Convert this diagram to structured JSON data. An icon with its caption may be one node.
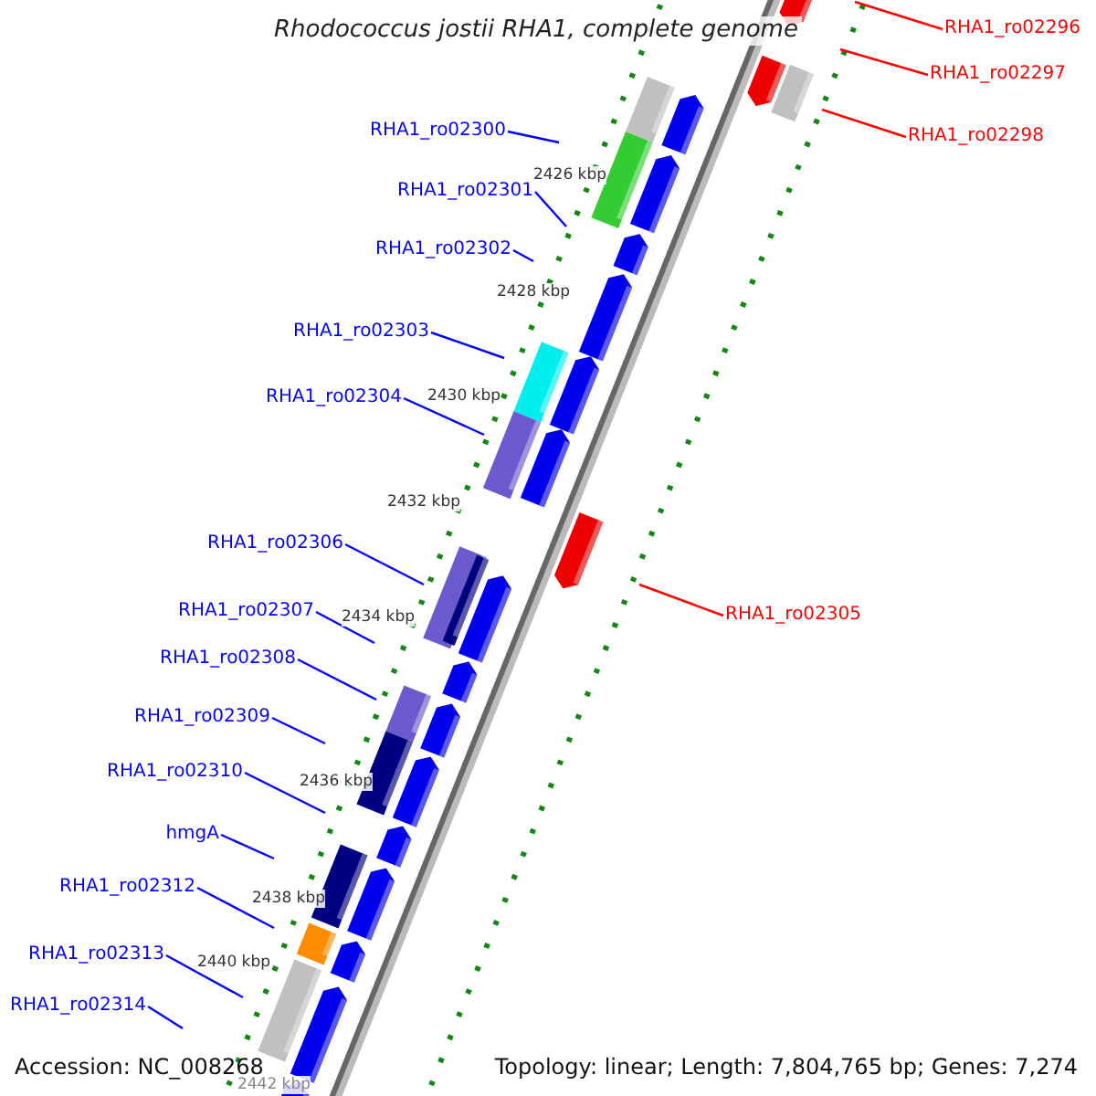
{
  "diagram": {
    "title": "Rhodococcus jostii RHA1, complete genome",
    "nodes": [
      {
        "text": [
          "RHA1_ro02296"
        ]
      },
      {
        "text": [
          "RHA1_ro02297"
        ]
      },
      {
        "text": [
          "RHA1_ro02298"
        ]
      },
      {
        "text": [
          "RHA1_ro02300"
        ]
      },
      {
        "text": [
          "RHA1_ro02301"
        ]
      },
      {
        "text": [
          "RHA1_ro02302"
        ]
      },
      {
        "text": [
          "RHA1_ro02303"
        ]
      },
      {
        "text": [
          "RHA1_ro02304"
        ]
      },
      {
        "text": [
          "RHA1_ro02306"
        ]
      },
      {
        "text": [
          "RHA1_ro02305"
        ]
      },
      {
        "text": [
          "RHA1_ro02307"
        ]
      },
      {
        "text": [
          "RHA1_ro02308"
        ]
      },
      {
        "text": [
          "RHA1_ro02309"
        ]
      },
      {
        "text": [
          "RHA1_ro02310"
        ]
      },
      {
        "text": [
          "hmgA"
        ]
      },
      {
        "text": [
          "RHA1_ro02312"
        ]
      },
      {
        "text": [
          "RHA1_ro02313"
        ]
      },
      {
        "text": [
          "RHA1_ro02314"
        ]
      }
    ],
    "edges": [
      {
        "from": 0,
        "to": null,
        "arrow": "none",
        "color": "#ff0000"
      },
      {
        "from": 1,
        "to": null,
        "arrow": "none",
        "color": "#ff0000"
      },
      {
        "from": 2,
        "to": null,
        "arrow": "none",
        "color": "#ff0000"
      },
      {
        "from": 3,
        "to": null,
        "arrow": "none"
      },
      {
        "from": 4,
        "to": null,
        "arrow": "none"
      },
      {
        "from": 5,
        "to": null,
        "arrow": "none"
      },
      {
        "from": 6,
        "to": null,
        "arrow": "none"
      },
      {
        "from": 7,
        "to": null,
        "arrow": "none"
      },
      {
        "from": 8,
        "to": null,
        "arrow": "none"
      },
      {
        "from": 9,
        "to": null,
        "arrow": "none",
        "color": "#ff0000"
      },
      {
        "from": 10,
        "to": null,
        "arrow": "none"
      },
      {
        "from": 11,
        "to": null,
        "arrow": "none"
      },
      {
        "from": 12,
        "to": null,
        "arrow": "none"
      },
      {
        "from": 13,
        "to": null,
        "arrow": "none"
      },
      {
        "from": 14,
        "to": null,
        "arrow": "none"
      },
      {
        "from": 15,
        "to": null,
        "arrow": "none"
      },
      {
        "from": 16,
        "to": null,
        "arrow": "none"
      },
      {
        "from": 17,
        "to": null,
        "arrow": "none"
      }
    ],
    "labels": [
      "2426 kbp",
      "2428 kbp",
      "2430 kbp",
      "2432 kbp",
      "2434 kbp",
      "2436 kbp",
      "2438 kbp",
      "2440 kbp",
      "2442 kbp",
      "Accession: NC_008268",
      "Topology: linear; Length: 7,804,765 bp; Genes: 7,274"
    ]
  }
}
